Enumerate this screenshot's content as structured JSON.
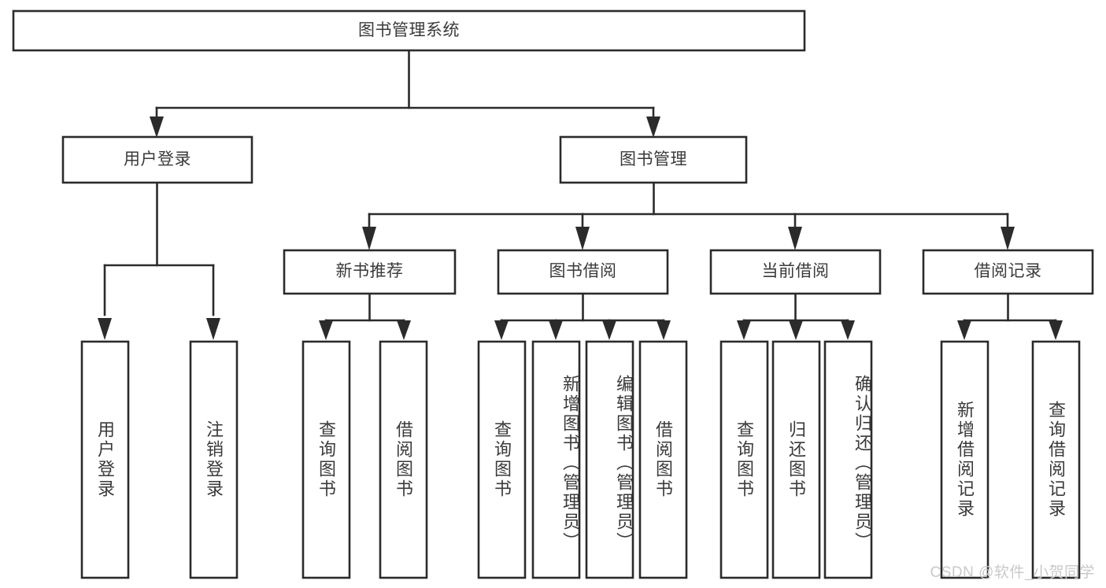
{
  "diagram": {
    "title": "图书管理系统",
    "type": "tree-hierarchy",
    "watermark": "CSDN @软件_小贺同学",
    "colors": {
      "stroke": "#2b2b2b",
      "box_fill": "#ffffff",
      "text": "#3a3a3a",
      "background": "#ffffff",
      "watermark": "#c9c9c9"
    },
    "levels": {
      "root": "图书管理系统",
      "level2": [
        "用户登录",
        "图书管理"
      ],
      "level3": [
        "新书推荐",
        "图书借阅",
        "当前借阅",
        "借阅记录"
      ]
    },
    "nodes": {
      "root": {
        "label": "图书管理系统",
        "orientation": "horizontal"
      },
      "user_login": {
        "label": "用户登录",
        "orientation": "horizontal"
      },
      "book_manage": {
        "label": "图书管理",
        "orientation": "horizontal"
      },
      "new_book_rec": {
        "label": "新书推荐",
        "orientation": "horizontal"
      },
      "book_borrow": {
        "label": "图书借阅",
        "orientation": "horizontal"
      },
      "current_borrow": {
        "label": "当前借阅",
        "orientation": "horizontal"
      },
      "borrow_record": {
        "label": "借阅记录",
        "orientation": "horizontal"
      },
      "leaf_user_login": {
        "label": "用户登录",
        "orientation": "vertical"
      },
      "leaf_logout": {
        "label": "注销登录",
        "orientation": "vertical"
      },
      "leaf_query_book_rec": {
        "label": "查询图书",
        "orientation": "vertical"
      },
      "leaf_borrow_book_rec": {
        "label": "借阅图书",
        "orientation": "vertical"
      },
      "leaf_query_book_borrow": {
        "label": "查询图书",
        "orientation": "vertical"
      },
      "leaf_add_book": {
        "label": "新增图书（管理员）",
        "orientation": "vertical"
      },
      "leaf_edit_book": {
        "label": "编辑图书（管理员）",
        "orientation": "vertical"
      },
      "leaf_borrow_book": {
        "label": "借阅图书",
        "orientation": "vertical"
      },
      "leaf_query_book_cur": {
        "label": "查询图书",
        "orientation": "vertical"
      },
      "leaf_return_book": {
        "label": "归还图书",
        "orientation": "vertical"
      },
      "leaf_confirm_return": {
        "label": "确认归还（管理员）",
        "orientation": "vertical"
      },
      "leaf_add_record": {
        "label": "新增借阅记录",
        "orientation": "vertical"
      },
      "leaf_query_record": {
        "label": "查询借阅记录",
        "orientation": "vertical"
      }
    },
    "edges": [
      {
        "from": "root",
        "to": "user_login"
      },
      {
        "from": "root",
        "to": "book_manage"
      },
      {
        "from": "user_login",
        "to": "leaf_user_login"
      },
      {
        "from": "user_login",
        "to": "leaf_logout"
      },
      {
        "from": "book_manage",
        "to": "new_book_rec"
      },
      {
        "from": "book_manage",
        "to": "book_borrow"
      },
      {
        "from": "book_manage",
        "to": "current_borrow"
      },
      {
        "from": "book_manage",
        "to": "borrow_record"
      },
      {
        "from": "new_book_rec",
        "to": "leaf_query_book_rec"
      },
      {
        "from": "new_book_rec",
        "to": "leaf_borrow_book_rec"
      },
      {
        "from": "book_borrow",
        "to": "leaf_query_book_borrow"
      },
      {
        "from": "book_borrow",
        "to": "leaf_add_book"
      },
      {
        "from": "book_borrow",
        "to": "leaf_edit_book"
      },
      {
        "from": "book_borrow",
        "to": "leaf_borrow_book"
      },
      {
        "from": "current_borrow",
        "to": "leaf_query_book_cur"
      },
      {
        "from": "current_borrow",
        "to": "leaf_return_book"
      },
      {
        "from": "current_borrow",
        "to": "leaf_confirm_return"
      },
      {
        "from": "borrow_record",
        "to": "leaf_add_record"
      },
      {
        "from": "borrow_record",
        "to": "leaf_query_record"
      }
    ]
  }
}
